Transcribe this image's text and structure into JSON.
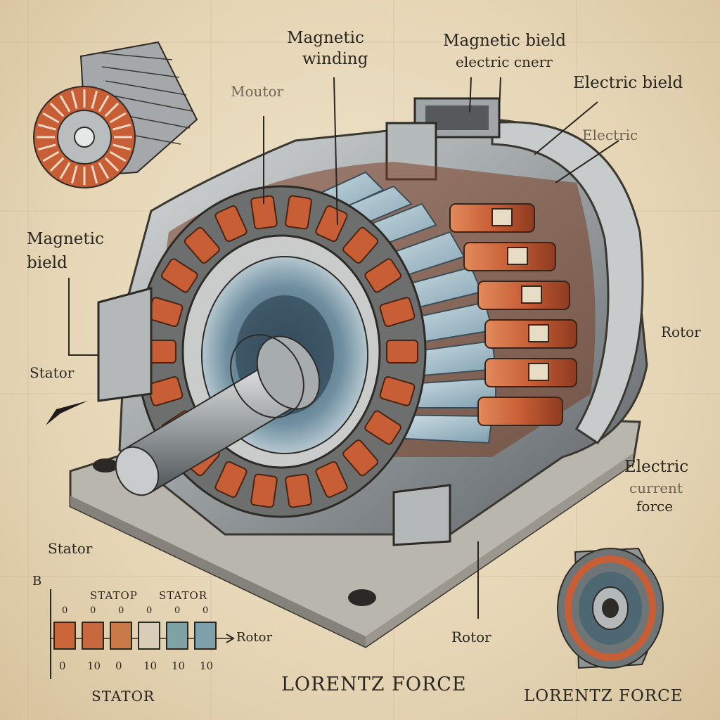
{
  "labels": {
    "motor": "Moutor",
    "magnetic_winding_1": "Magnetic",
    "magnetic_winding_2": "winding",
    "magnetic_bield_top": "Magnetic bield",
    "electric_cnerr": "electric cnerr",
    "electric_bield": "Electric bield",
    "electric_small": "Electric",
    "magnetic_bield_left_1": "Magnetic",
    "magnetic_bield_left_2": "bield",
    "stator_left": "Stator",
    "rotor_right": "Rotor",
    "electric_right": "Electric",
    "current_right": "current",
    "force_right": "force",
    "stator_mid_left": "Stator",
    "rotor_bottom": "Rotor",
    "lorentz_center": "LORENTZ FORCE",
    "lorentz_right": "LORENTZ FORCE"
  },
  "legend": {
    "y_label": "B",
    "header_left": "STATOP",
    "header_right": "STATOR",
    "top_numbers": [
      "0",
      "0",
      "0",
      "0",
      "0",
      "0"
    ],
    "bottom_numbers": [
      "0",
      "10",
      "0",
      "10",
      "10",
      "10"
    ],
    "rotor_label": "Rotor",
    "stator_label": "STATOR",
    "swatches": [
      "#c9663a",
      "#c8683e",
      "#c97a46",
      "#d8cdb8",
      "#7fa2a4",
      "#7ea0ab"
    ]
  },
  "colors": {
    "paper": "#e9dcc1",
    "ink": "#2a2620",
    "copper": "#c75e36",
    "steel": "#9ea4a7",
    "blue_lamination": "#a9c3cf"
  }
}
